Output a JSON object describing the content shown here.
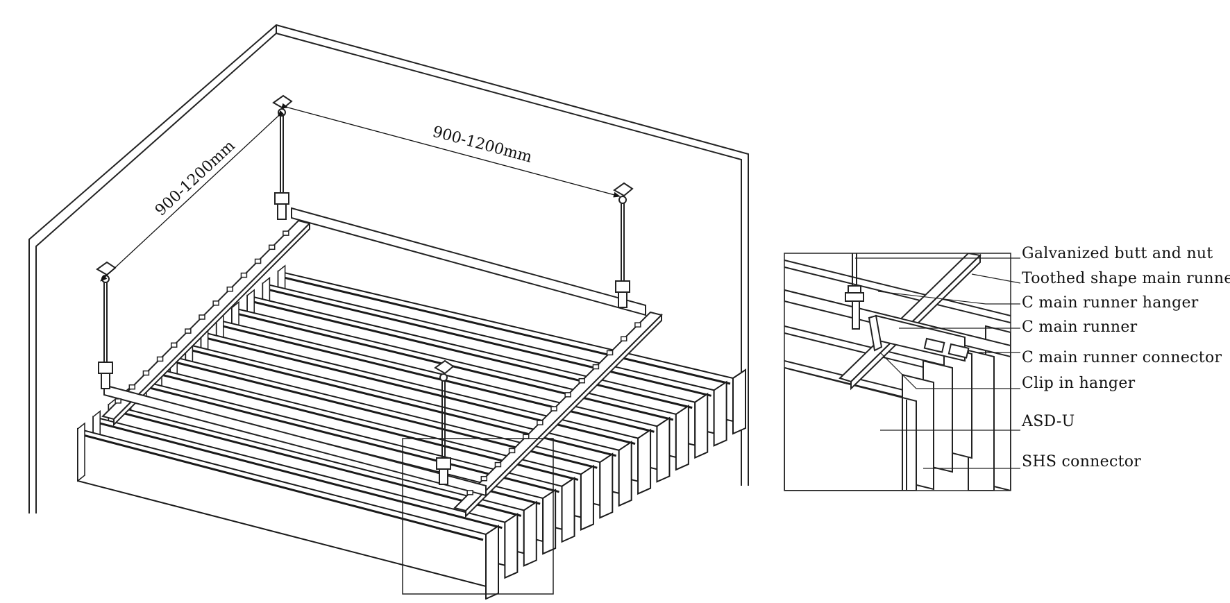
{
  "dimensions": {
    "horizontal": "900-1200mm",
    "diagonal": "900-1200mm"
  },
  "labels": [
    "Galvanized butt and nut",
    "Toothed shape main runner",
    "C main runner hanger",
    "C main runner",
    "C main runner connector",
    "Clip in hanger",
    "ASD-U",
    "SHS connector"
  ],
  "panel_count": 14,
  "colors": {
    "line": "#1a1a1a",
    "panel_front": "#ffffff",
    "panel_edge": "#222222"
  }
}
